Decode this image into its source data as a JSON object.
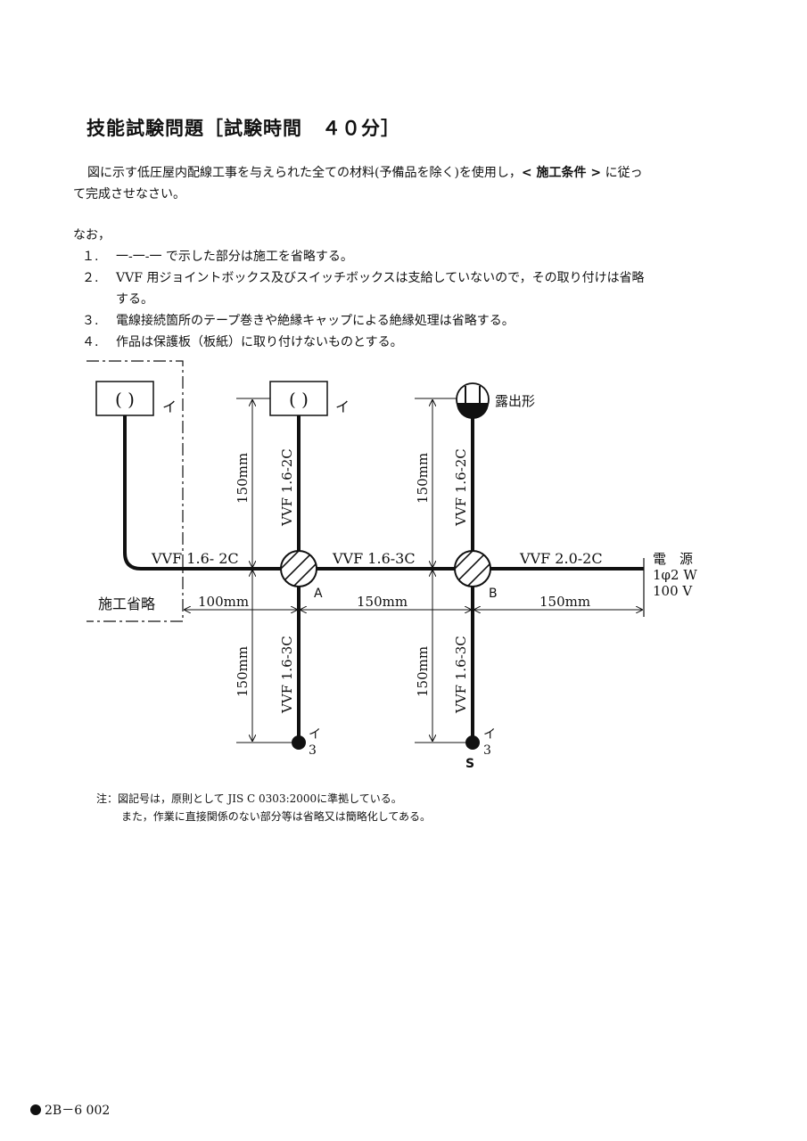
{
  "title": "技能試験問題［試験時間　４０分］",
  "intro": {
    "line1_pre": "図に示す低圧屋内配線工事を与えられた全ての材料(予備品を除く)を使用し，",
    "line1_cond": "< 施工条件 >",
    "line1_post": " に従っ",
    "line2": "て完成させなさい。",
    "line3": "なお，"
  },
  "notes": [
    {
      "num": "１.",
      "text": "一‑一‑一 で示した部分は施工を省略する。"
    },
    {
      "num": "２.",
      "text": "VVF 用ジョイントボックス及びスイッチボックスは支給していないので，その取り付けは省略",
      "cont": "する。"
    },
    {
      "num": "３.",
      "text": "電線接続箇所のテープ巻きや絶縁キャップによる絶縁処理は省略する。"
    },
    {
      "num": "４.",
      "text": "作品は保護板（板紙）に取り付けないものとする。"
    }
  ],
  "diagram": {
    "fixture_symbol": "( )",
    "fixture_label": "イ",
    "exposed_label": "露出形",
    "cable_left": "VVF 1.6- 2C",
    "cable_up_a": "VVF 1.6-2C",
    "cable_up_b": "VVF 1.6-2C",
    "cable_ab": "VVF 1.6-3C",
    "cable_power": "VVF 2.0-2C",
    "cable_down_a": "VVF 1.6-3C",
    "cable_down_b": "VVF 1.6-3C",
    "dim_150": "150mm",
    "dim_100": "100mm",
    "junction_a": "A",
    "junction_b": "B",
    "switch_label_a1": "イ",
    "switch_label_a2": "3",
    "switch_label_b1": "イ",
    "switch_label_b2": "3",
    "switch_s": "S",
    "omitted_label": "施工省略",
    "power_line1": "電　源",
    "power_line2": "1φ2 W",
    "power_line3": "100 V"
  },
  "footnote": {
    "line1": "注：図記号は，原則として JIS C 0303:2000に準拠している。",
    "line2": "また，作業に直接関係のない部分等は省略又は簡略化してある。"
  },
  "page_code": "2B－6 002"
}
